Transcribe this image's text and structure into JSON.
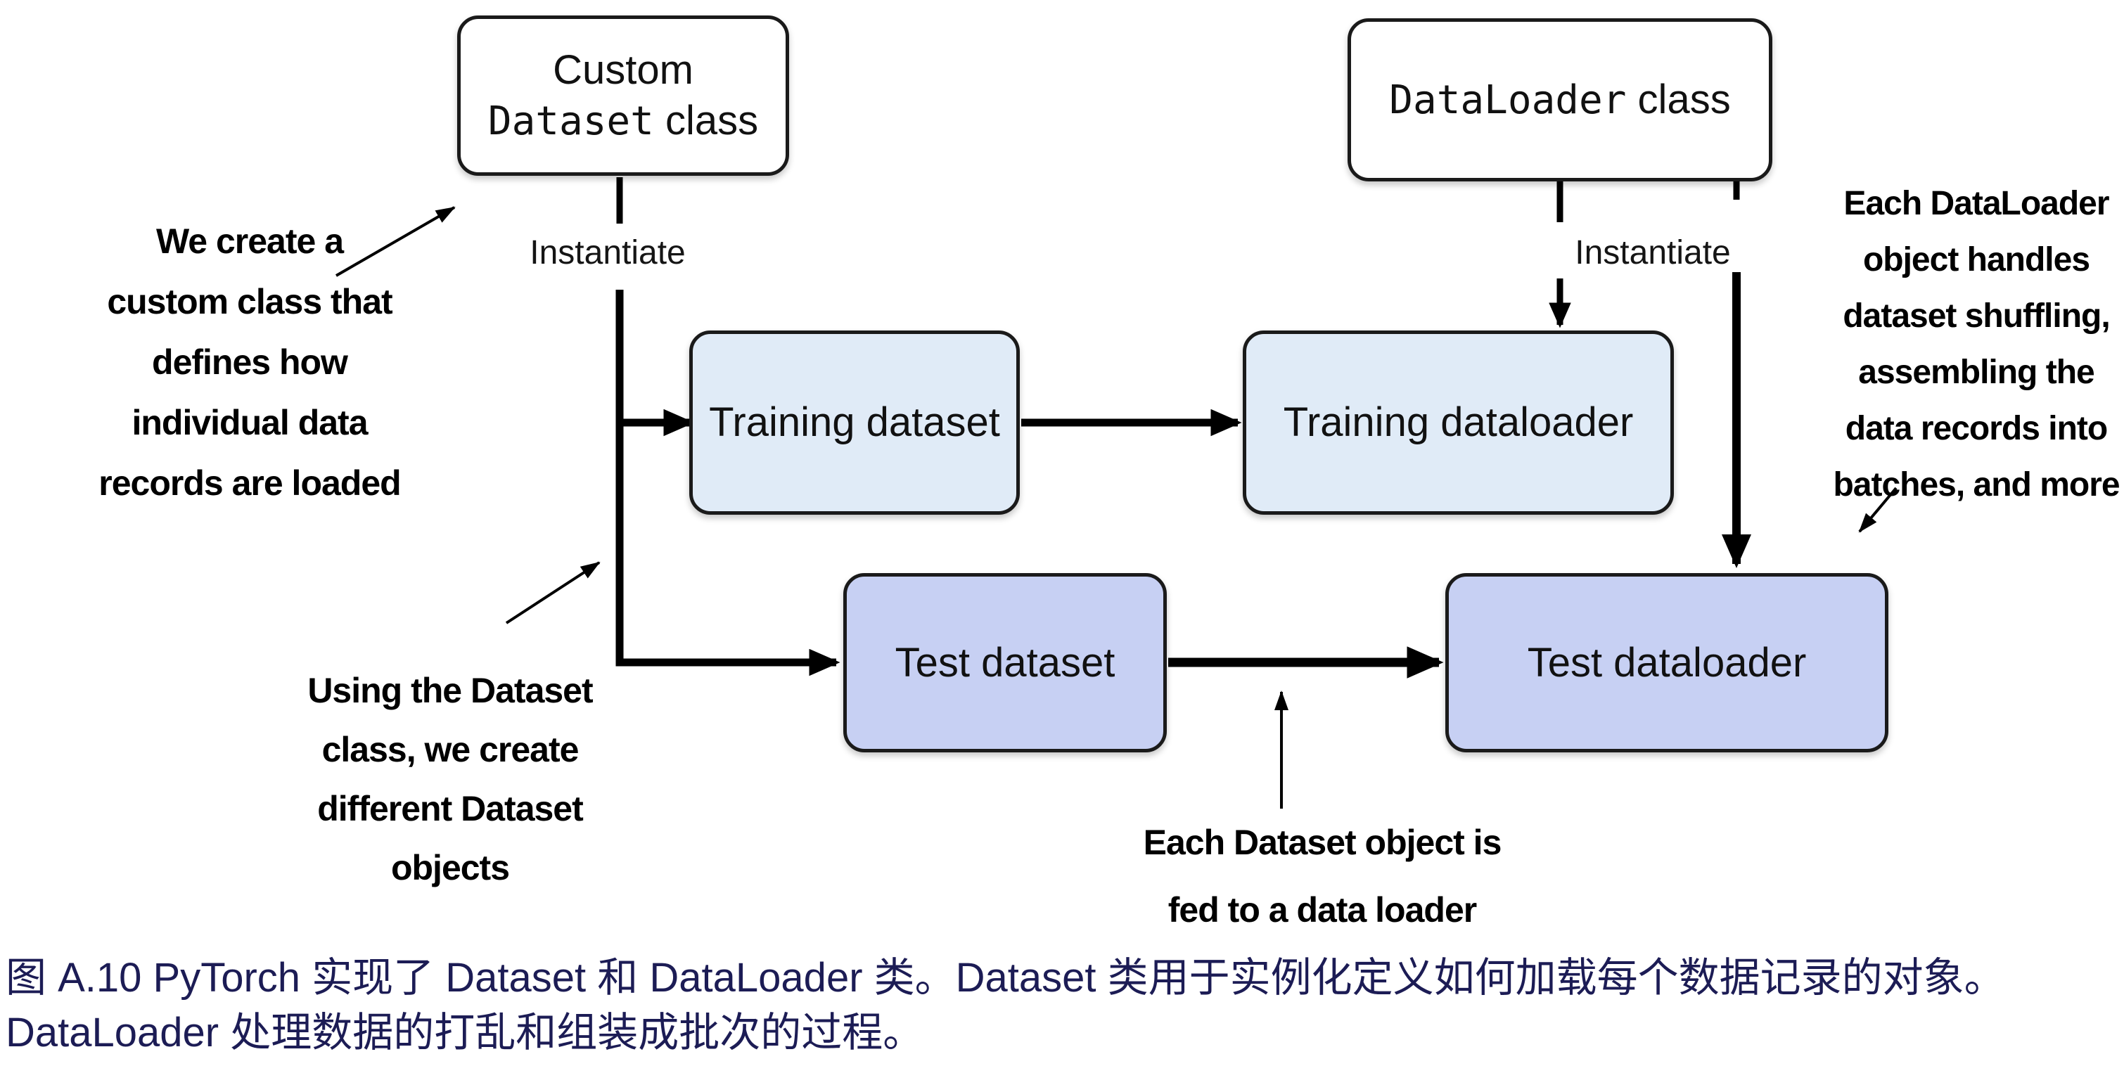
{
  "figure": {
    "boxes": {
      "custom_dataset": {
        "title_line1": "Custom",
        "code": "Dataset",
        "suffix": " class"
      },
      "dataloader": {
        "code": "DataLoader",
        "suffix": " class"
      },
      "training_dataset": {
        "label": "Training dataset"
      },
      "training_dataloader": {
        "label": "Training dataloader"
      },
      "test_dataset": {
        "label": "Test dataset"
      },
      "test_dataloader": {
        "label": "Test dataloader"
      }
    },
    "edge_labels": {
      "instantiate_left": "Instantiate",
      "instantiate_right": "Instantiate"
    },
    "annotations": {
      "we_create": {
        "lines": [
          "We create a",
          "custom class that",
          "defines how",
          "individual data",
          "records are loaded"
        ]
      },
      "using_dataset": {
        "lines": [
          "Using the Dataset",
          "class, we create",
          "different Dataset",
          "objects"
        ]
      },
      "fed_to_loader": {
        "lines": [
          "Each Dataset object is",
          "fed to a data loader"
        ]
      },
      "dataloader_handles": {
        "lines": [
          "Each DataLoader",
          "object handles",
          "dataset shuffling,",
          "assembling the",
          "data records into",
          "batches, and more"
        ]
      }
    },
    "caption": {
      "lines": [
        "图 A.10 PyTorch 实现了 Dataset 和 DataLoader 类。Dataset 类用于实例化定义如何加载每个数据记录的对象。",
        "DataLoader 处理数据的打乱和组装成批次的过程。"
      ]
    },
    "colors": {
      "class_box_fill": "#ffffff",
      "training_box_fill": "#e0ebf7",
      "test_box_fill": "#c7d0f3",
      "box_border": "#1a1a1a",
      "connector": "#000000",
      "caption_text": "#1c1c55"
    }
  }
}
